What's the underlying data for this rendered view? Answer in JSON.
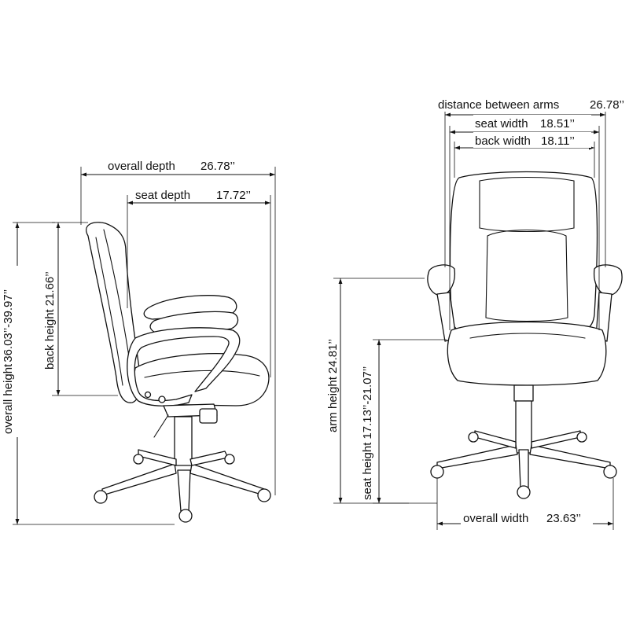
{
  "dimensions": {
    "overall_depth": {
      "label": "overall depth",
      "value": "26.78’’"
    },
    "seat_depth": {
      "label": "seat depth",
      "value": "17.72’’"
    },
    "back_height": {
      "label": "back height",
      "value": "21.66’’"
    },
    "overall_height": {
      "label": "overall height",
      "value": "36.03’’-39.97’’"
    },
    "distance_between_arms": {
      "label": "distance between arms",
      "value": "26.78’’"
    },
    "seat_width": {
      "label": "seat width",
      "value": "18.51’’"
    },
    "back_width": {
      "label": "back width",
      "value": "18.11’’"
    },
    "arm_height": {
      "label": "arm height",
      "value": "24.81’’"
    },
    "seat_height": {
      "label": "seat height",
      "value": "17.13’’-21.07’’"
    },
    "overall_width": {
      "label": "overall width",
      "value": "23.63’’"
    }
  }
}
